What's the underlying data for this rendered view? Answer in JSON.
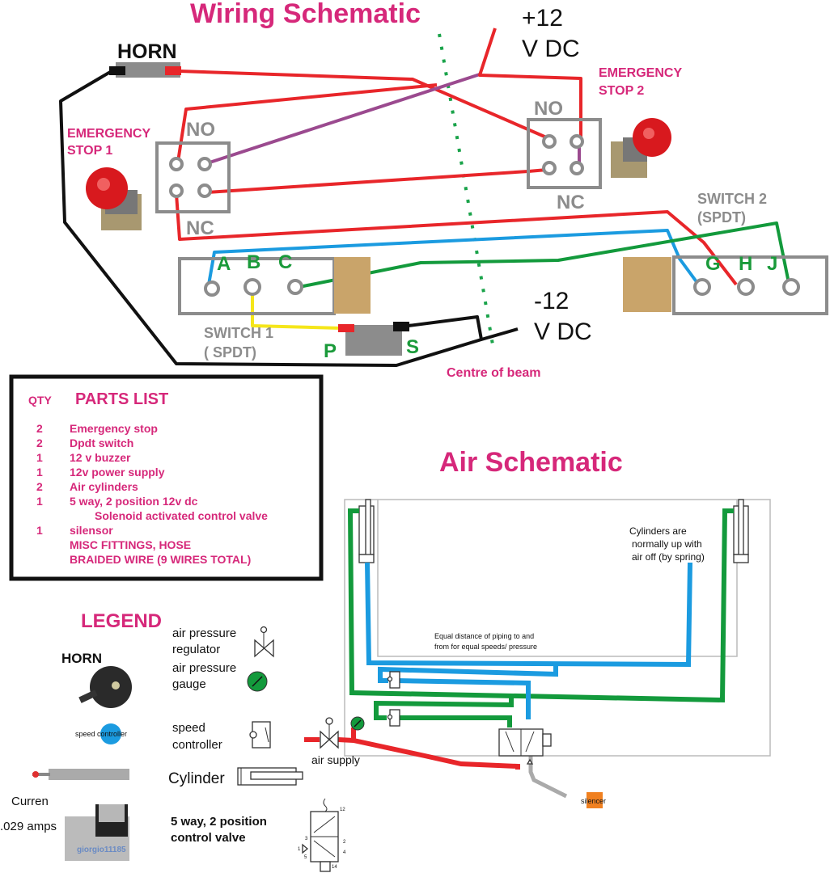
{
  "wiring": {
    "title": "Wiring Schematic",
    "plus_label_1": "+12",
    "plus_label_2": "V DC",
    "minus_label_1": "-12",
    "minus_label_2": "V DC",
    "horn": "HORN",
    "estop1": [
      "EMERGENCY",
      "STOP 1"
    ],
    "estop2": [
      "EMERGENCY",
      "STOP 2"
    ],
    "no": "NO",
    "nc": "NC",
    "switch1": [
      "SWITCH 1",
      "( SPDT)"
    ],
    "switch2": [
      "SWITCH 2",
      "(SPDT)"
    ],
    "switch1_terminals": [
      "A",
      "B",
      "C"
    ],
    "switch2_terminals": [
      "G",
      "H",
      "J"
    ],
    "solenoid_terminals": [
      "P",
      "S"
    ],
    "centre": "Centre of beam",
    "colors": {
      "accent": "#d6287a",
      "red": "#e8262a",
      "blue": "#1b9be0",
      "green": "#139a3c",
      "purple": "#9b4a8f",
      "yellow": "#f5e61a",
      "dotted": "#1aa34a"
    }
  },
  "parts": {
    "qty_header": "QTY",
    "title": "PARTS LIST",
    "rows": [
      {
        "qty": "2",
        "item": "Emergency stop"
      },
      {
        "qty": "2",
        "item": "Dpdt switch"
      },
      {
        "qty": "1",
        "item": "12 v buzzer"
      },
      {
        "qty": "1",
        "item": "12v power supply"
      },
      {
        "qty": "2",
        "item": "Air cylinders"
      },
      {
        "qty": "1",
        "item": "5 way, 2 position 12v dc"
      },
      {
        "qty": "",
        "item": "Solenoid activated control valve"
      },
      {
        "qty": "1",
        "item": "silensor"
      },
      {
        "qty": "",
        "item": "MISC FITTINGS, HOSE"
      },
      {
        "qty": "",
        "item": "BRAIDED WIRE (9 WIRES TOTAL)"
      }
    ]
  },
  "air": {
    "title": "Air Schematic",
    "note": [
      "Cylinders are",
      "normally up with",
      "air off (by spring)"
    ],
    "piping_note": [
      "Equal distance of piping to and",
      "from for equal speeds/ pressure"
    ],
    "air_supply": "air supply",
    "silencer": "silencer"
  },
  "legend": {
    "title": "LEGEND",
    "horn": "HORN",
    "speed_controller_photo": "speed controller",
    "regulator": [
      "air pressure",
      "regulator"
    ],
    "gauge": [
      "air pressure",
      "gauge"
    ],
    "speed_controller": [
      "speed",
      "controller"
    ],
    "cylinder": "Cylinder",
    "valve": [
      "5 way, 2 position",
      "control valve"
    ],
    "current": [
      "Curren",
      ".029 amps"
    ],
    "watermark": "giorgio11185",
    "valve_ports": [
      "12",
      "3",
      "1",
      "5",
      "2",
      "4",
      "14"
    ]
  }
}
